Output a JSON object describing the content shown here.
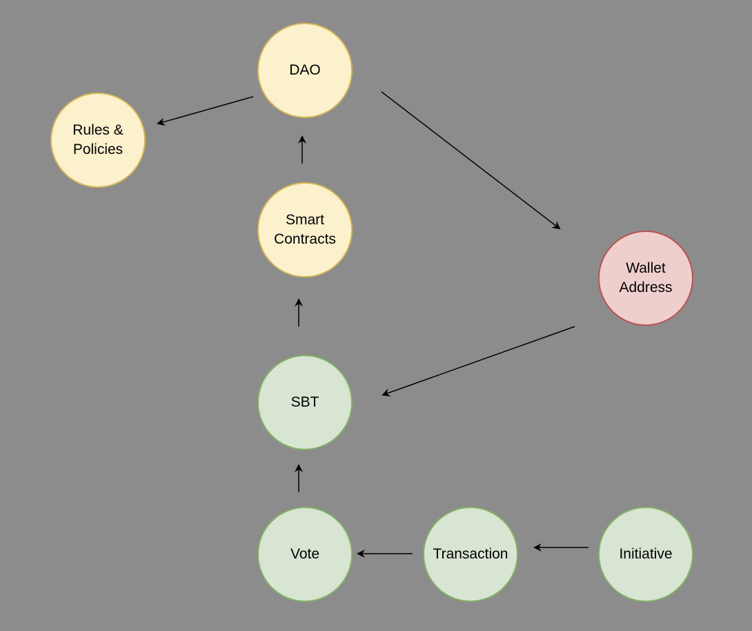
{
  "diagram": {
    "nodes": [
      {
        "id": "dao",
        "label": "DAO",
        "style": "yellow"
      },
      {
        "id": "rules",
        "label": "Rules &\nPolicies",
        "style": "yellow"
      },
      {
        "id": "smart",
        "label": "Smart\nContracts",
        "style": "yellow"
      },
      {
        "id": "wallet",
        "label": "Wallet\nAddress",
        "style": "red"
      },
      {
        "id": "sbt",
        "label": "SBT",
        "style": "green"
      },
      {
        "id": "vote",
        "label": "Vote",
        "style": "green"
      },
      {
        "id": "transaction",
        "label": "Transaction",
        "style": "green"
      },
      {
        "id": "initiative",
        "label": "Initiative",
        "style": "green"
      }
    ],
    "edges": [
      {
        "from": "dao",
        "to": "rules"
      },
      {
        "from": "dao",
        "to": "wallet"
      },
      {
        "from": "smart",
        "to": "dao"
      },
      {
        "from": "sbt",
        "to": "smart"
      },
      {
        "from": "wallet",
        "to": "sbt"
      },
      {
        "from": "vote",
        "to": "sbt"
      },
      {
        "from": "transaction",
        "to": "vote"
      },
      {
        "from": "initiative",
        "to": "transaction"
      }
    ],
    "colors": {
      "background": "#8c8c8c",
      "yellow_fill": "#fbf1cd",
      "yellow_stroke": "#d6b656",
      "red_fill": "#eecfcd",
      "red_stroke": "#b85450",
      "green_fill": "#d8e5d2",
      "green_stroke": "#82b366"
    }
  }
}
